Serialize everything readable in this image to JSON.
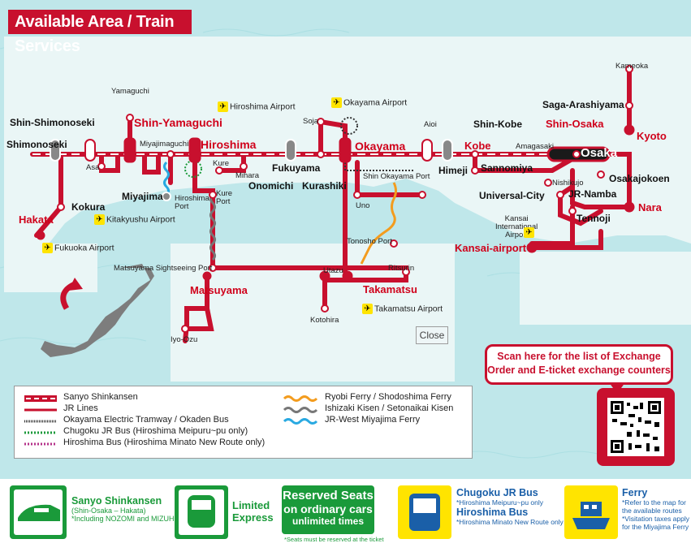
{
  "title": "Available Area / Train Services",
  "close_label": "Close",
  "scan_text_1": "Scan here for the list of Exchange",
  "scan_text_2": "Order and E-ticket exchange counters",
  "stations": {
    "kameoka": "Kameoka",
    "yamaguchi": "Yamaguchi",
    "saga_arashiyama": "Saga-Arashiyama",
    "shin_shimonoseki": "Shin-Shimonoseki",
    "shin_yamaguchi": "Shin-Yamaguchi",
    "soja": "Soja",
    "aioi": "Aioi",
    "shin_kobe": "Shin-Kobe",
    "shin_osaka": "Shin-Osaka",
    "kyoto": "Kyoto",
    "shimonoseki": "Shimonoseki",
    "asa": "Asa",
    "miyajimaguchi": "Miyajimaguchi",
    "hiroshima": "Hiroshima",
    "kure": "Kure",
    "mihara": "Mihara",
    "fukuyama": "Fukuyama",
    "okayama": "Okayama",
    "kobe": "Kobe",
    "amagasaki": "Amagasaki",
    "osaka": "Osaka",
    "himeji": "Himeji",
    "sannomiya": "Sannomiya",
    "onomichi": "Onomichi",
    "kurashiki": "Kurashiki",
    "shin_okayama_port": "Shin Okayama Port",
    "osakajokoen": "Osakajokoen",
    "miyajima": "Miyajima",
    "hiroshima_port": "Hiroshima\nPort",
    "kure_port": "Kure\nPort",
    "universal_city": "Universal-City",
    "nishikujo": "Nishikujo",
    "jr_namba": "JR-Namba",
    "kokura": "Kokura",
    "uno": "Uno",
    "tennoji": "Tennoji",
    "nara": "Nara",
    "hakata": "Hakata",
    "kansai_international_airport": "Kansai\nInternational\nAirport",
    "tonosho_port": "Tonosho Port",
    "kansai_airport": "Kansai-airport",
    "matsuyama_sightseeing_port": "Matsuyama Sightseeing Port",
    "utazu": "Utazu",
    "ritsurin": "Ritsurin",
    "matsuyama": "Matsuyama",
    "takamatsu": "Takamatsu",
    "kotohira": "Kotohira",
    "iyo_ozu": "Iyo-Ozu"
  },
  "airports": {
    "hiroshima": "Hiroshima Airport",
    "okayama": "Okayama Airport",
    "kitakyushu": "Kitakyushu Airport",
    "fukuoka": "Fukuoka Airport",
    "takamatsu": "Takamatsu Airport"
  },
  "legend": [
    {
      "label": "Sanyo Shinkansen",
      "symbol": "shinkansen",
      "color": "#c8102e"
    },
    {
      "label": "JR Lines",
      "symbol": "solid",
      "color": "#c8102e"
    },
    {
      "label": "Okayama Electric Tramway / Okaden Bus",
      "symbol": "tram",
      "color": "#333333"
    },
    {
      "label": "Chugoku JR Bus (Hiroshima Meipuru~pu only)",
      "symbol": "dotted",
      "color": "#1a9a3a"
    },
    {
      "label": "Hiroshima Bus (Hiroshima Minato New Route only)",
      "symbol": "dotted",
      "color": "#b5338a"
    },
    {
      "label": "Ryobi Ferry / Shodoshima Ferry",
      "symbol": "wave",
      "color": "#f39c1e"
    },
    {
      "label": "Ishizaki Kisen / Setonaikai Kisen",
      "symbol": "wave",
      "color": "#777777"
    },
    {
      "label": "JR-West Miyajima Ferry",
      "symbol": "wave",
      "color": "#29a9e1"
    }
  ],
  "badges": {
    "shinkansen": {
      "title": "Sanyo Shinkansen",
      "line1": "(Shin-Osaka – Hakata)",
      "line2": "*Including NOZOMI and MIZUHO"
    },
    "limited": {
      "title1": "Limited",
      "title2": "Express"
    },
    "reserved": {
      "line1": "Reserved Seats",
      "line2": "on ordinary cars",
      "line3": "unlimited times",
      "note": "*Seats must be reserved at the ticket"
    },
    "bus": {
      "title1": "Chugoku JR Bus",
      "sub1": "*Hiroshima Meipuru~pu only",
      "title2": "Hiroshima Bus",
      "sub2": "*Hiroshima Minato New Route only"
    },
    "ferry": {
      "title": "Ferry",
      "sub1": "*Refer to the map for",
      "sub2": "the available routes",
      "sub3": "*Visitation taxes apply",
      "sub4": "for the Miyajima Ferry"
    }
  },
  "colors": {
    "jr_red": "#c8102e",
    "sea": "#bfe7ea",
    "land": "#eaf6f6",
    "green": "#1a9a3a",
    "blue": "#1a5fa8"
  }
}
